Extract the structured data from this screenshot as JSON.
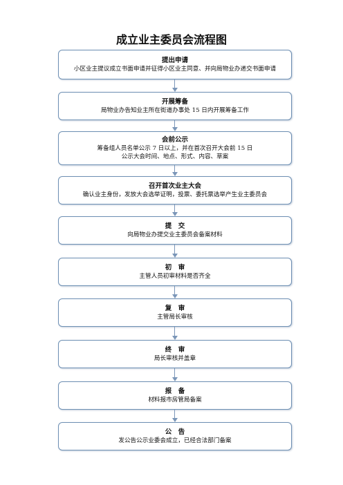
{
  "title": "成立业主委员会流程图",
  "steps": [
    {
      "heading": "提出申请",
      "lines": [
        "小区业主提议成立书面申请并征得小区业主同意、并向局物业办递交书面申请"
      ]
    },
    {
      "heading": "开展筹备",
      "lines": [
        "局物业办告知业主所在街道办事处 15 日内开展筹备工作"
      ]
    },
    {
      "heading": "会前公示",
      "lines": [
        "筹备组人员名单公示 7 日以上，并在首次召开大会前 15 日",
        "公示大会时间、地点、形式、内容、草案"
      ]
    },
    {
      "heading": "召开首次业主大会",
      "lines": [
        "确认业主身份，发放大会选举证明，投票、委托票选举产生业主委员会"
      ]
    },
    {
      "heading": "提　交",
      "lines": [
        "向局物业办提交业主委员会备案材料"
      ]
    },
    {
      "heading": "初　审",
      "lines": [
        "主管人员初审材料是否齐全"
      ]
    },
    {
      "heading": "复　审",
      "lines": [
        "主管局长审核"
      ]
    },
    {
      "heading": "终　审",
      "lines": [
        "局长审核并盖章"
      ]
    },
    {
      "heading": "报　备",
      "lines": [
        "材料报市房管局备案"
      ]
    },
    {
      "heading": "公　告",
      "lines": [
        "发公告公示业委会成立，已经合法部门备案"
      ]
    }
  ]
}
